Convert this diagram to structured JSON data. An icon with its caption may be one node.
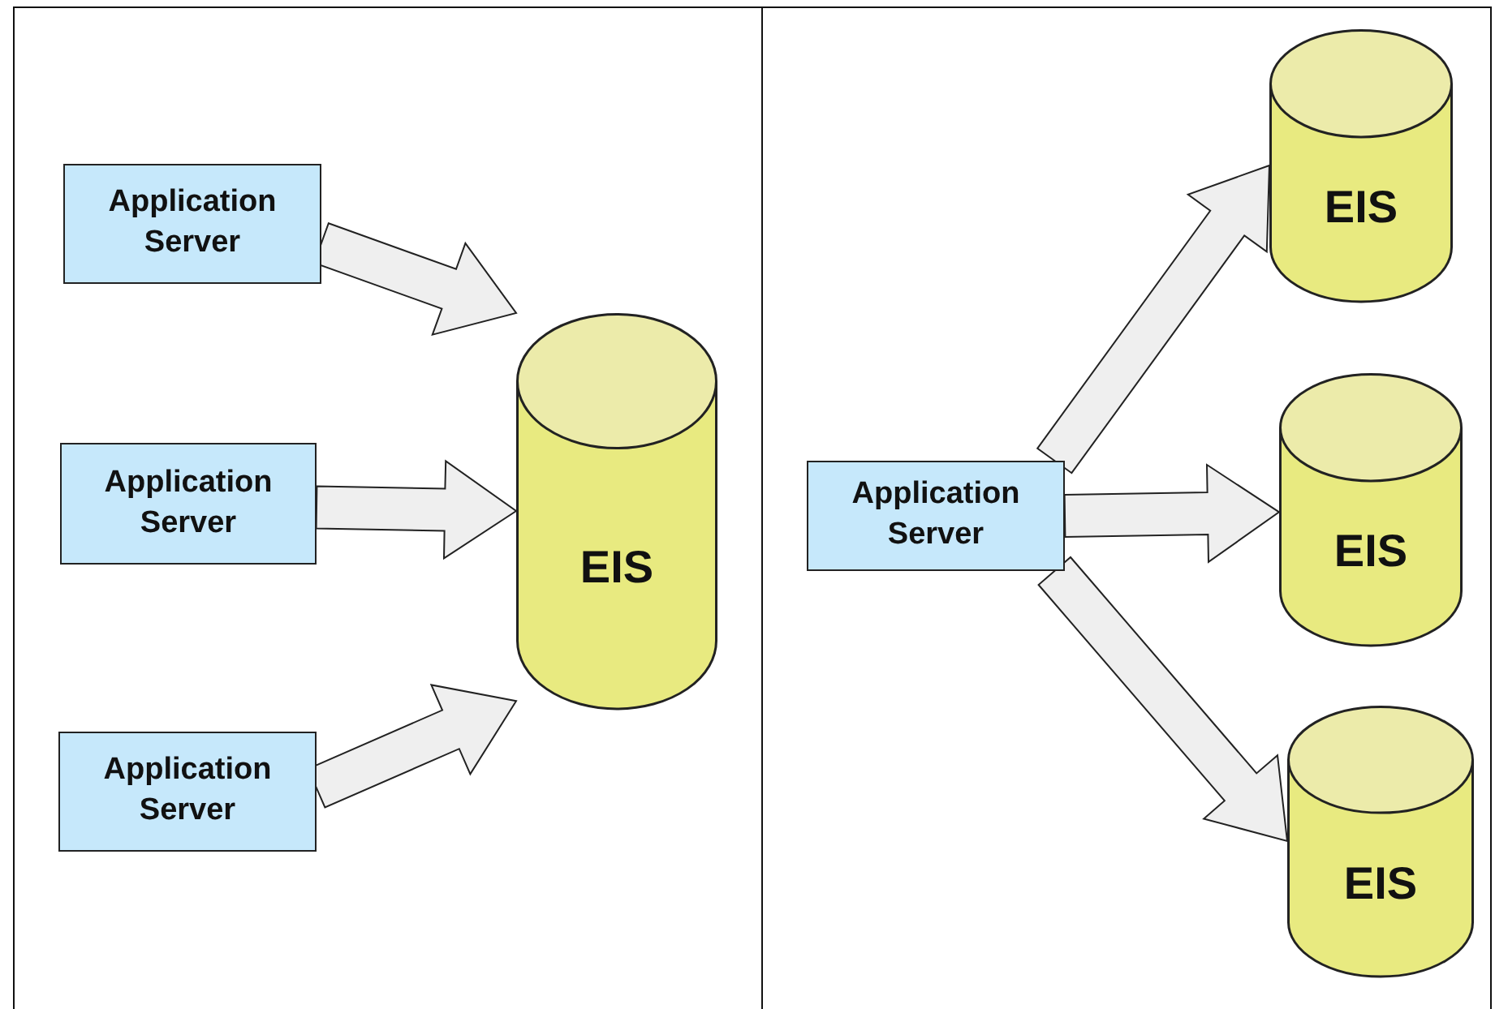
{
  "diagram": {
    "nodes": [
      {
        "text": [
          "Application Server"
        ]
      },
      {
        "text": [
          "Application Server"
        ]
      },
      {
        "text": [
          "Application Server"
        ]
      },
      {
        "text": [
          "EIS"
        ]
      },
      {
        "text": [
          "Application Server"
        ]
      },
      {
        "text": [
          "EIS"
        ]
      },
      {
        "text": [
          "EIS"
        ]
      },
      {
        "text": [
          "EIS"
        ]
      }
    ],
    "edges": [
      {
        "from": 0,
        "to": 3,
        "arrow": "to"
      },
      {
        "from": 1,
        "to": 3,
        "arrow": "to"
      },
      {
        "from": 2,
        "to": 3,
        "arrow": "to"
      },
      {
        "from": 4,
        "to": 5,
        "arrow": "to"
      },
      {
        "from": 4,
        "to": 6,
        "arrow": "to"
      },
      {
        "from": 4,
        "to": 7,
        "arrow": "to"
      }
    ]
  }
}
